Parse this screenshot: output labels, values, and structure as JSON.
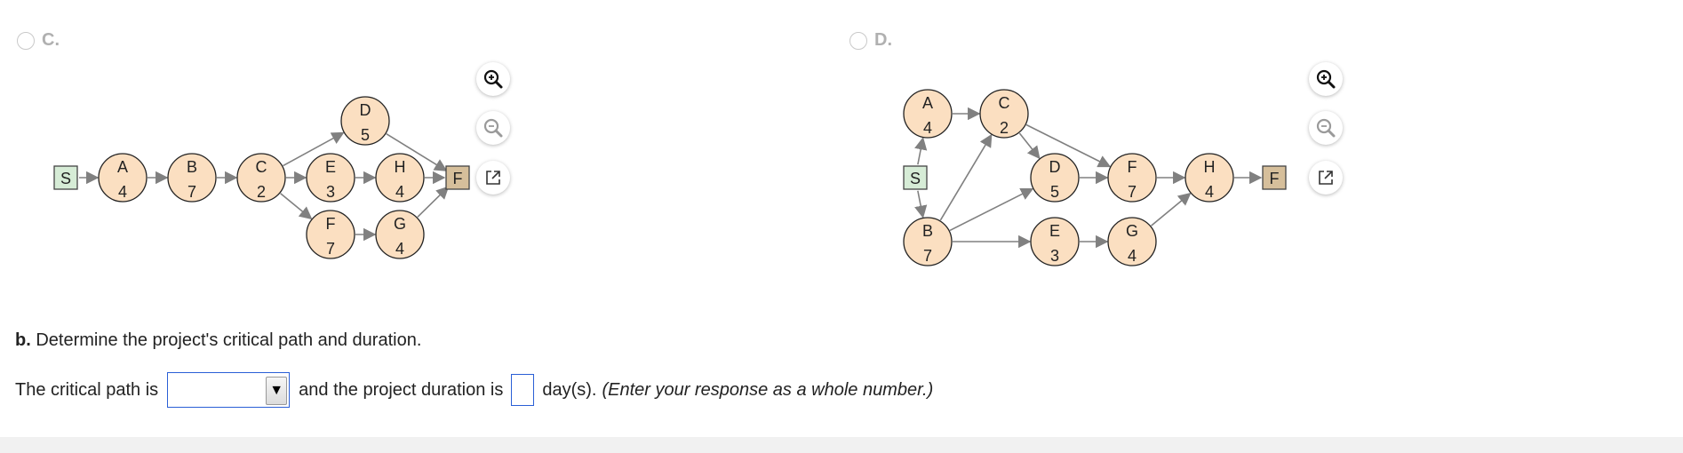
{
  "options": [
    {
      "label": "C."
    },
    {
      "label": "D."
    }
  ],
  "graph_c": {
    "nodes": [
      {
        "id": "S",
        "label": "S",
        "kind": "start"
      },
      {
        "id": "A",
        "label": "A",
        "duration": "4"
      },
      {
        "id": "B",
        "label": "B",
        "duration": "7"
      },
      {
        "id": "C",
        "label": "C",
        "duration": "2"
      },
      {
        "id": "D",
        "label": "D",
        "duration": "5"
      },
      {
        "id": "E",
        "label": "E",
        "duration": "3"
      },
      {
        "id": "F1",
        "label": "F",
        "duration": "7"
      },
      {
        "id": "H",
        "label": "H",
        "duration": "4"
      },
      {
        "id": "G",
        "label": "G",
        "duration": "4"
      },
      {
        "id": "FIN",
        "label": "F",
        "kind": "finish"
      }
    ],
    "edges": [
      [
        "S",
        "A"
      ],
      [
        "A",
        "B"
      ],
      [
        "B",
        "C"
      ],
      [
        "C",
        "D"
      ],
      [
        "C",
        "E"
      ],
      [
        "C",
        "F1"
      ],
      [
        "E",
        "H"
      ],
      [
        "F1",
        "G"
      ],
      [
        "D",
        "FIN"
      ],
      [
        "H",
        "FIN"
      ],
      [
        "G",
        "FIN"
      ]
    ]
  },
  "graph_d": {
    "nodes": [
      {
        "id": "A",
        "label": "A",
        "duration": "4"
      },
      {
        "id": "C",
        "label": "C",
        "duration": "2"
      },
      {
        "id": "S",
        "label": "S",
        "kind": "start"
      },
      {
        "id": "D",
        "label": "D",
        "duration": "5"
      },
      {
        "id": "F1",
        "label": "F",
        "duration": "7"
      },
      {
        "id": "H",
        "label": "H",
        "duration": "4"
      },
      {
        "id": "FIN",
        "label": "F",
        "kind": "finish"
      },
      {
        "id": "B",
        "label": "B",
        "duration": "7"
      },
      {
        "id": "E",
        "label": "E",
        "duration": "3"
      },
      {
        "id": "G",
        "label": "G",
        "duration": "4"
      }
    ],
    "edges": [
      [
        "S",
        "A"
      ],
      [
        "S",
        "B"
      ],
      [
        "A",
        "C"
      ],
      [
        "B",
        "C"
      ],
      [
        "B",
        "D"
      ],
      [
        "B",
        "E"
      ],
      [
        "C",
        "D"
      ],
      [
        "C",
        "F1"
      ],
      [
        "D",
        "F1"
      ],
      [
        "E",
        "G"
      ],
      [
        "F1",
        "H"
      ],
      [
        "G",
        "H"
      ],
      [
        "H",
        "FIN"
      ]
    ]
  },
  "tools": [
    {
      "name": "zoom-in-icon"
    },
    {
      "name": "zoom-out-icon"
    },
    {
      "name": "external-link-icon"
    }
  ],
  "question": {
    "prefix": "b.",
    "text": " Determine the project's critical path and duration."
  },
  "answer": {
    "critical_path_label": "The critical path is",
    "dropdown_value": "",
    "duration_label": "and the project duration is",
    "duration_value": "",
    "unit_label": "day(s).",
    "hint": "(Enter your response as a whole number.)"
  },
  "colors": {
    "node_fill": "#fbdfc1",
    "start_fill": "#d6ecd6",
    "finish_fill": "#d6bf9b",
    "edge": "#808080",
    "input_border": "#2a5fd6"
  }
}
